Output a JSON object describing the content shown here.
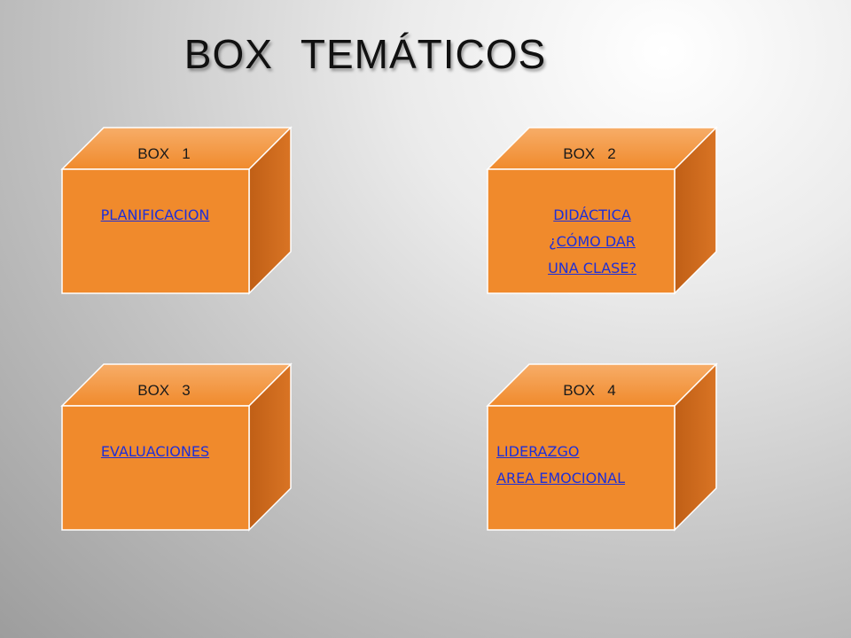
{
  "slide": {
    "title": "BOX   TEMÁTICOS"
  },
  "colors": {
    "front": "#f08a2c",
    "side": "#c8661a",
    "top": "#f5a55a",
    "link": "#1f2fd6"
  },
  "boxes": [
    {
      "label": "BOX   1",
      "links": [
        "PLANIFICACION"
      ]
    },
    {
      "label": "BOX   2",
      "links": [
        "DIDÁCTICA",
        "¿CÓMO DAR",
        "UNA CLASE?"
      ]
    },
    {
      "label": "BOX   3",
      "links": [
        "EVALUACIONES"
      ]
    },
    {
      "label": "BOX   4",
      "links": [
        "LIDERAZGO",
        "AREA EMOCIONAL"
      ]
    }
  ]
}
